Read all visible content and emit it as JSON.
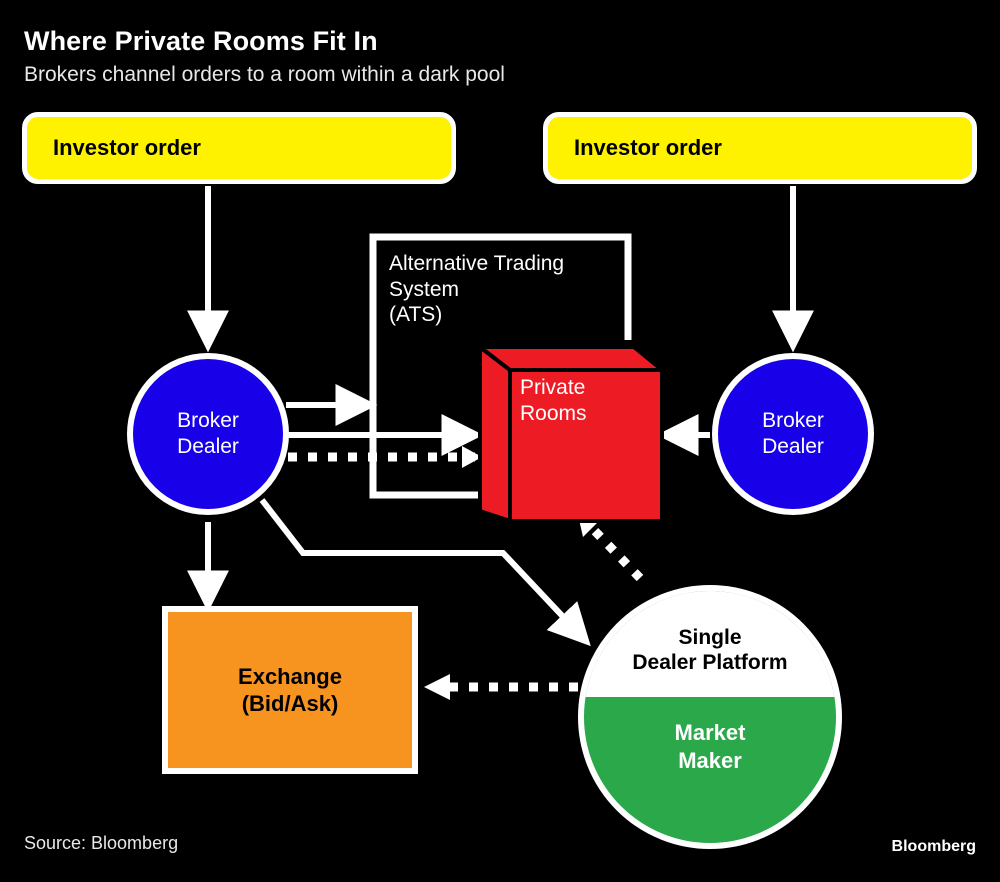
{
  "header": {
    "title": "Where Private Rooms Fit In",
    "subtitle": "Brokers channel orders to a room within a dark pool"
  },
  "footer": {
    "source": "Source: Bloomberg",
    "brand": "Bloomberg"
  },
  "colors": {
    "background": "#000000",
    "investor_order": "#FFF200",
    "broker_dealer": "#1800E8",
    "private_rooms": "#ED1C24",
    "exchange": "#F79420",
    "market_maker": "#2BA84A",
    "stroke": "#FFFFFF"
  },
  "nodes": {
    "investor_order_left": {
      "label": "Investor order"
    },
    "investor_order_right": {
      "label": "Investor order"
    },
    "broker_left": {
      "line1": "Broker",
      "line2": "Dealer"
    },
    "broker_right": {
      "line1": "Broker",
      "line2": "Dealer"
    },
    "ats": {
      "line1": "Alternative Trading",
      "line2": "System",
      "line3": "(ATS)"
    },
    "private_rooms": {
      "line1": "Private",
      "line2": "Rooms"
    },
    "exchange": {
      "line1": "Exchange",
      "line2": "(Bid/Ask)"
    },
    "single_dealer_platform": {
      "line1": "Single",
      "line2": "Dealer Platform"
    },
    "market_maker": {
      "line1": "Market",
      "line2": "Maker"
    }
  },
  "edges": [
    {
      "name": "investor-left-to-broker-left",
      "style": "solid",
      "arrow": true
    },
    {
      "name": "investor-right-to-broker-right",
      "style": "solid",
      "arrow": true
    },
    {
      "name": "broker-left-to-ats",
      "style": "solid",
      "arrow": true
    },
    {
      "name": "broker-left-to-private-rooms",
      "style": "solid",
      "arrow": true
    },
    {
      "name": "broker-left-to-private-rooms-dotted",
      "style": "dotted",
      "arrow": true
    },
    {
      "name": "broker-right-to-private-rooms",
      "style": "solid",
      "arrow": true
    },
    {
      "name": "broker-left-to-exchange",
      "style": "solid",
      "arrow": true
    },
    {
      "name": "broker-left-to-single-dealer-platform",
      "style": "solid",
      "arrow": true
    },
    {
      "name": "single-dealer-platform-to-private-rooms",
      "style": "dotted",
      "arrow": true
    },
    {
      "name": "single-dealer-platform-to-exchange",
      "style": "dotted",
      "arrow": true
    }
  ]
}
